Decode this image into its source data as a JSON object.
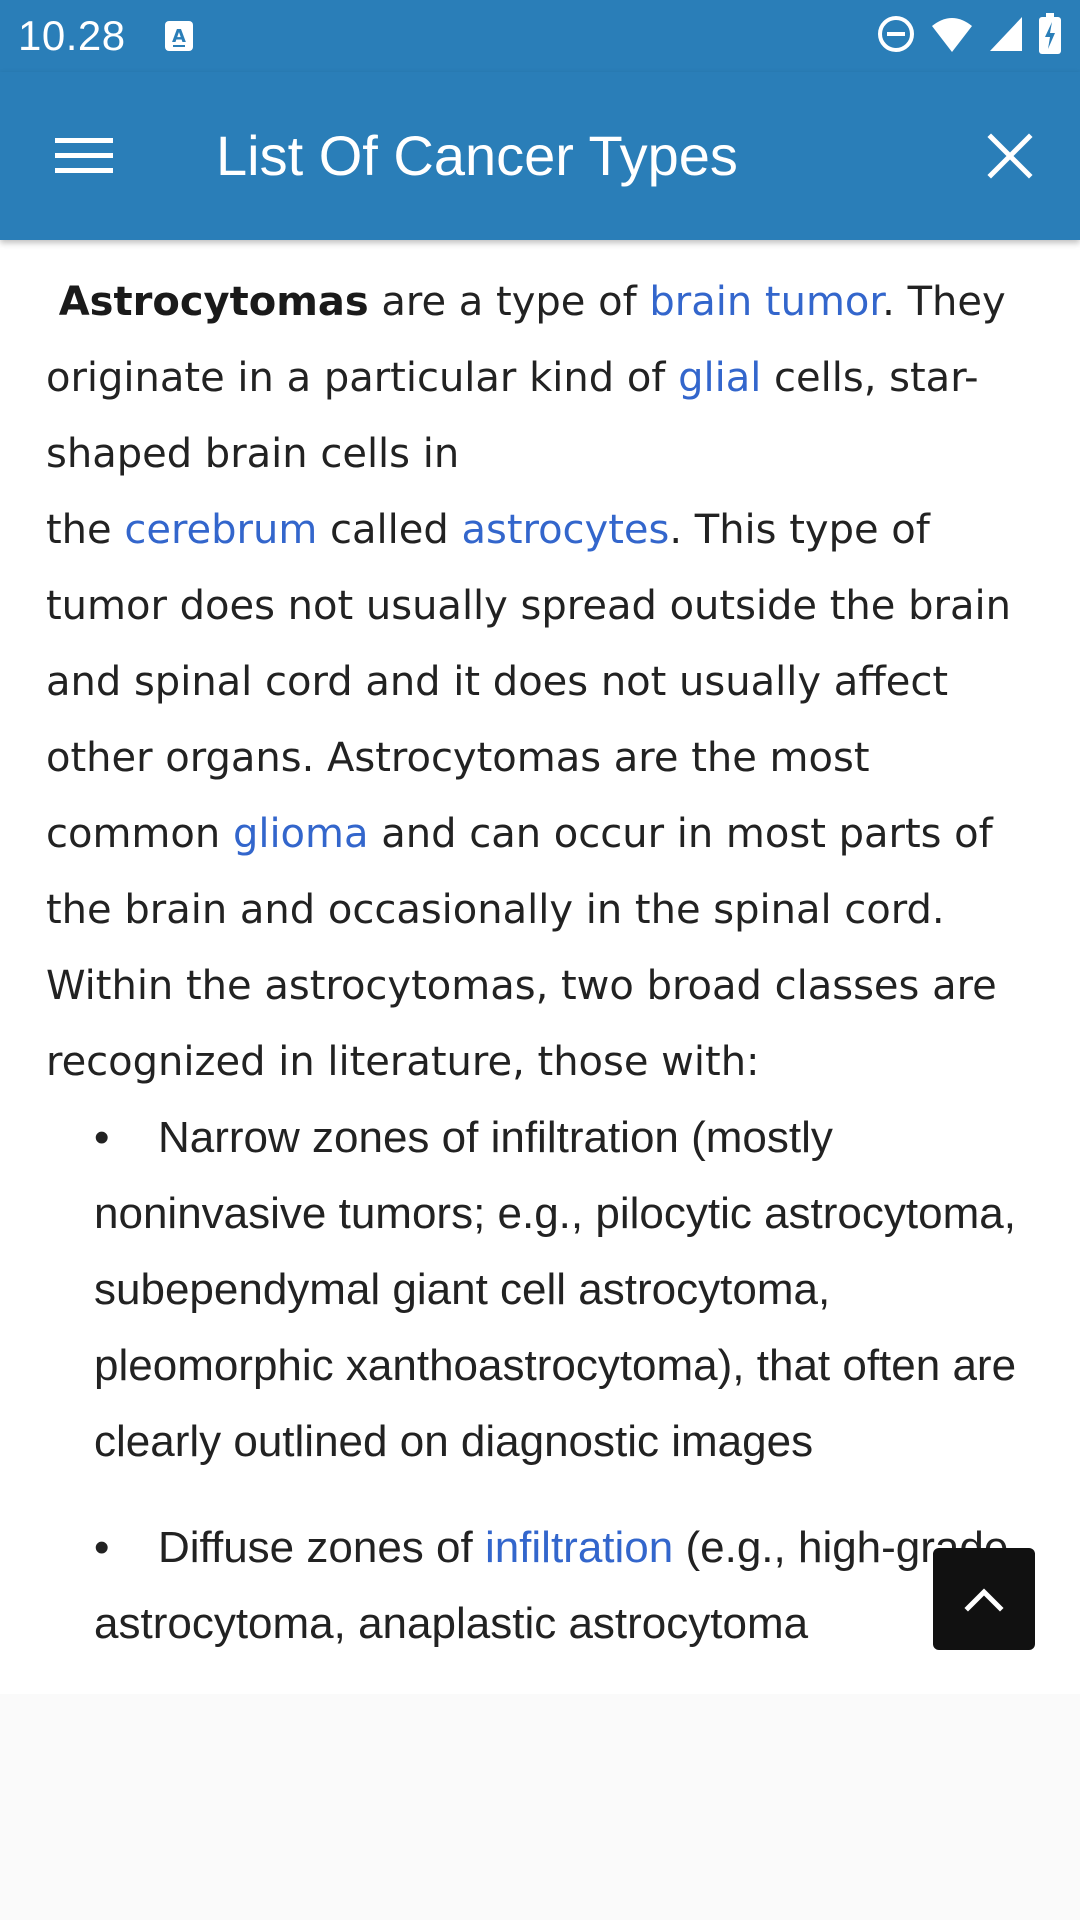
{
  "status_bar": {
    "time": "10.28",
    "icons": [
      "notification-a-icon",
      "do-not-disturb-icon",
      "wifi-icon",
      "cell-signal-icon",
      "battery-charging-icon"
    ]
  },
  "app_bar": {
    "title": "List Of Cancer Types",
    "menu_icon": "hamburger-menu-icon",
    "close_icon": "close-icon",
    "background_color": "#2a7eb8"
  },
  "article": {
    "paragraph": {
      "term": "Astrocytomas",
      "t1": " are a type of ",
      "link_brain_tumor": "brain tumor",
      "t2": ". They originate in a particular kind of ",
      "link_glial": "glial",
      "t3": " cells, star-shaped brain cells in",
      "t4": "the ",
      "link_cerebrum": "cerebrum",
      "t5": " called ",
      "link_astrocytes": "astrocytes",
      "t6": ". This type of tumor does not usually spread outside the brain and spinal cord and it does not usually affect other organs. Astrocytomas are the most common ",
      "link_glioma": "glioma",
      "t7": " and can occur in most parts of the brain and occasionally in the spinal cord. Within the astrocytomas, two broad classes are recognized in literature, those with:"
    },
    "bullets": [
      {
        "text": "Narrow zones of infiltration (mostly noninvasive tumors; e.g., pilocytic astrocytoma, subependymal giant cell astrocytoma, pleomorphic xanthoastrocytoma), that often are clearly outlined on diagnostic images"
      },
      {
        "text_before": "Diffuse zones of ",
        "link": "infiltration",
        "text_after": " (e.g., high-grade astrocytoma, anaplastic astrocytoma"
      }
    ],
    "link_color": "#3366cc"
  },
  "scroll_top": {
    "icon": "chevron-up-icon"
  }
}
